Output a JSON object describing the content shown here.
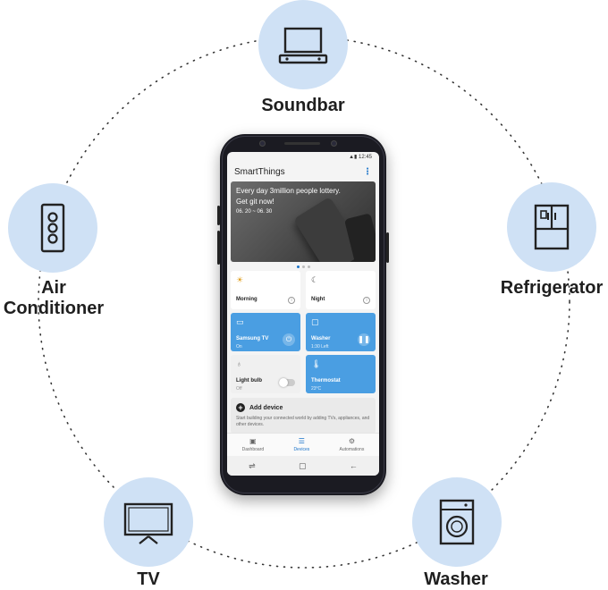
{
  "devices": {
    "soundbar": {
      "label": "Soundbar",
      "icon": "soundbar-icon"
    },
    "air_conditioner": {
      "label_line1": "Air",
      "label_line2": "Conditioner",
      "icon": "air-conditioner-icon"
    },
    "refrigerator": {
      "label": "Refrigerator",
      "icon": "refrigerator-icon"
    },
    "tv": {
      "label": "TV",
      "icon": "tv-icon"
    },
    "washer": {
      "label": "Washer",
      "icon": "washer-icon"
    }
  },
  "colors": {
    "circle": "#cfe1f5",
    "accent": "#1a73c9",
    "tile_blue": "#4a9ee2"
  },
  "phone": {
    "status_time": "12:45",
    "app_title": "SmartThings",
    "banner": {
      "line1": "Every day 3million people lottery.",
      "line2": "Get git now!",
      "date": "06. 20 ~ 06. 30"
    },
    "tiles": [
      {
        "name": "Morning",
        "sub": "",
        "icon": "sun-icon"
      },
      {
        "name": "Night",
        "sub": "",
        "icon": "moon-icon"
      },
      {
        "name": "Samsung TV",
        "sub": "On",
        "icon": "tv-icon"
      },
      {
        "name": "Washer",
        "sub": "1:30 Left",
        "icon": "washer-icon"
      },
      {
        "name": "Light bulb",
        "sub": "Off",
        "icon": "bulb-icon"
      },
      {
        "name": "Thermostat",
        "sub": "23°C",
        "icon": "thermometer-icon"
      }
    ],
    "add_device": {
      "title": "Add device",
      "desc": "Start building your connected world by adding TVs, appliances, and other devices."
    },
    "tabs": [
      {
        "label": "Dashboard",
        "icon": "dashboard-icon"
      },
      {
        "label": "Devices",
        "icon": "devices-icon"
      },
      {
        "label": "Automations",
        "icon": "automations-icon"
      }
    ]
  }
}
